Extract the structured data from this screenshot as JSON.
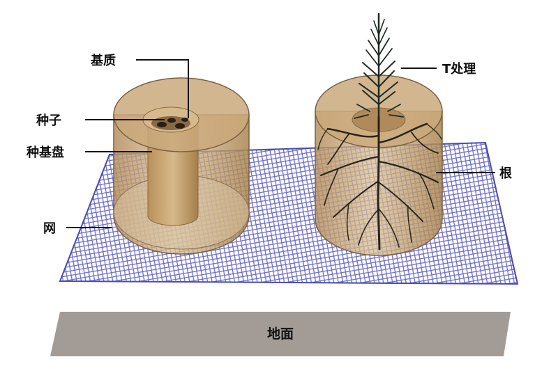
{
  "labels": {
    "matrix": "基质",
    "seed": "种子",
    "seed_tray": "种基盘",
    "net": "网",
    "treatment": "T处理",
    "root": "根",
    "ground": "地面"
  },
  "colors": {
    "net_line": "#6a6ac8",
    "net_border": "#4a4ab0",
    "cylinder_fill": "#c8a77c",
    "cylinder_edge": "#7a6140",
    "soil": "#a67c4c",
    "ground": "#a39c96",
    "root": "#2a2418",
    "plant": "#1f2a20"
  }
}
